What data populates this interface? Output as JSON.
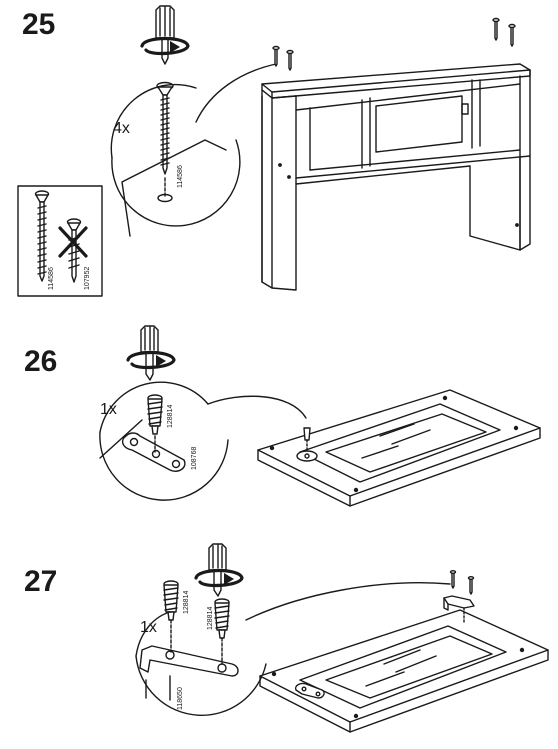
{
  "steps": [
    {
      "number": "25",
      "quantity": "4x",
      "part_codes": [
        "114586",
        "114586",
        "107952"
      ],
      "icons": [
        "screwdriver-icon",
        "rotate-arrow-icon",
        "screw-icon",
        "do-not-use-cross-icon"
      ]
    },
    {
      "number": "26",
      "quantity": "1x",
      "part_codes": [
        "128814",
        "108768"
      ],
      "icons": [
        "screwdriver-icon",
        "rotate-arrow-icon",
        "cam-screw-icon",
        "mounting-plate-icon"
      ]
    },
    {
      "number": "27",
      "quantity": "1x",
      "part_codes": [
        "128814",
        "128814",
        "118650"
      ],
      "icons": [
        "screwdriver-icon",
        "rotate-arrow-icon",
        "cam-screw-icon",
        "bracket-icon"
      ]
    }
  ]
}
